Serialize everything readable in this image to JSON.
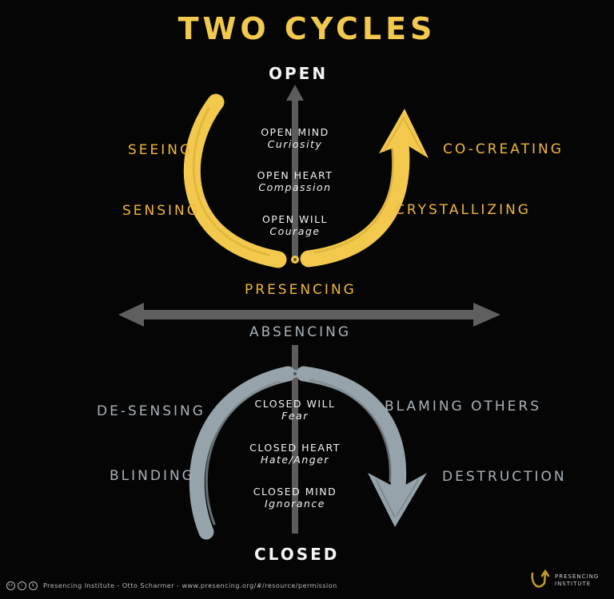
{
  "title": "TWO CYCLES",
  "poles": {
    "open": "OPEN",
    "closed": "CLOSED"
  },
  "upper_cycle": {
    "left": [
      "SEEING",
      "SENSING"
    ],
    "right": [
      "CO-CREATING",
      "CRYSTALLIZING"
    ],
    "bottom": "PRESENCING",
    "inner": [
      {
        "head": "OPEN MIND",
        "sub": "Curiosity"
      },
      {
        "head": "OPEN HEART",
        "sub": "Compassion"
      },
      {
        "head": "OPEN WILL",
        "sub": "Courage"
      }
    ]
  },
  "lower_cycle": {
    "top": "ABSENCING",
    "left": [
      "DE-SENSING",
      "BLINDING"
    ],
    "right": [
      "BLAMING OTHERS",
      "DESTRUCTION"
    ],
    "inner": [
      {
        "head": "CLOSED WILL",
        "sub": "Fear"
      },
      {
        "head": "CLOSED HEART",
        "sub": "Hate/Anger"
      },
      {
        "head": "CLOSED MIND",
        "sub": "Ignorance"
      }
    ]
  },
  "footer": {
    "license_icons": [
      "cc",
      "by",
      "nc"
    ],
    "credit": "Presencing Institute - Otto Scharmer - www.presencing.org/#/resource/permission"
  },
  "logo": {
    "line1": "PRESENCING",
    "line2": "INSTITUTE"
  },
  "colors": {
    "background": "#050505",
    "presencing": "#f2c94c",
    "presencing_label": "#f0b63a",
    "absencing": "#97a3aa",
    "absencing_label": "#a7b1b8",
    "axis": "#5f5f5f",
    "text": "#f4f4f4"
  }
}
